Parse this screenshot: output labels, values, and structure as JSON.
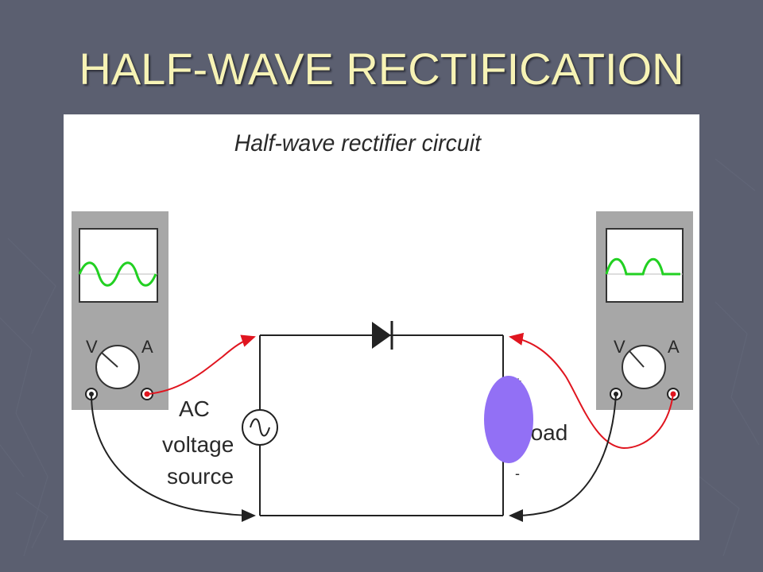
{
  "slide": {
    "title": "HALF-WAVE RECTIFICATION"
  },
  "diagram": {
    "heading": "Half-wave rectifier circuit",
    "meter_left": {
      "volt_label": "V",
      "amp_label": "A",
      "waveform": "full sine"
    },
    "meter_right": {
      "volt_label": "V",
      "amp_label": "A",
      "waveform": "half-wave rectified sine"
    },
    "source_label": {
      "line1": "AC",
      "line2": "voltage",
      "line3": "source"
    },
    "load_label": "Load",
    "load_plus": "+",
    "load_minus": "-",
    "colors": {
      "trace": "#22d022",
      "probe_red": "#e0151f",
      "blob": "#9270f5",
      "wire": "#222222"
    }
  }
}
